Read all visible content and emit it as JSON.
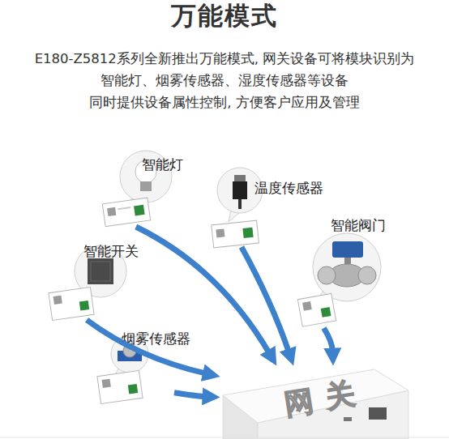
{
  "diagram": {
    "title": "万能模式",
    "nodes": [
      {
        "text": [
          "智能灯"
        ]
      },
      {
        "text": [
          "温度传感器"
        ]
      },
      {
        "text": [
          "智能阀门"
        ]
      },
      {
        "text": [
          "智能开关"
        ]
      },
      {
        "text": [
          "烟雾传感器"
        ]
      },
      {
        "text": [
          "网关"
        ]
      }
    ],
    "edges": [
      {
        "from": 0,
        "to": 5,
        "arrow": "to"
      },
      {
        "from": 1,
        "to": 5,
        "arrow": "to"
      },
      {
        "from": 2,
        "to": 5,
        "arrow": "to"
      },
      {
        "from": 3,
        "to": 5,
        "arrow": "to"
      },
      {
        "from": 4,
        "to": 5,
        "arrow": "to"
      }
    ],
    "labels": [
      "E180-Z5812系列全新推出万能模式, 网关设备可将模块识别为",
      "智能灯、烟雾传感器、湿度传感器等设备",
      "同时提供设备属性控制, 方便客户应用及管理"
    ]
  }
}
